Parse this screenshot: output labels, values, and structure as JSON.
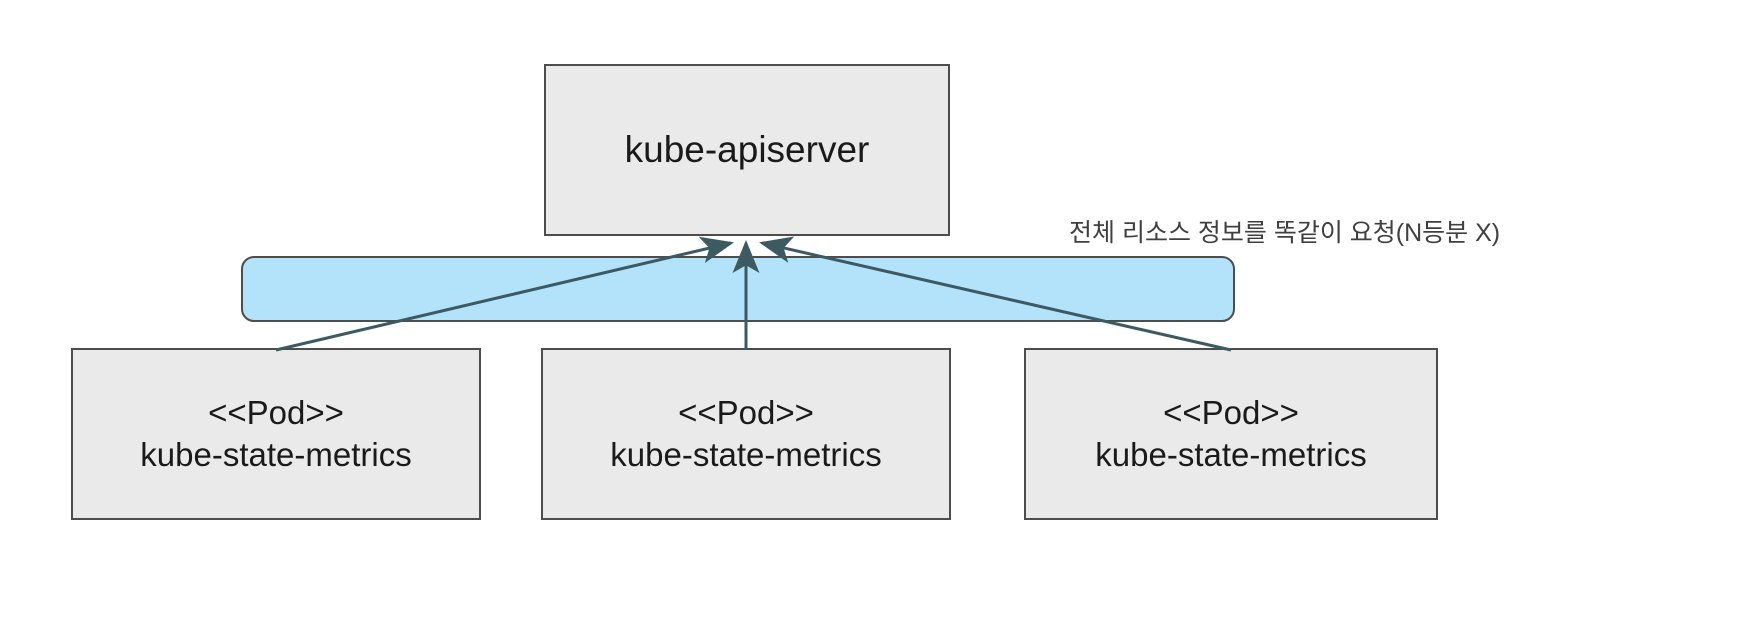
{
  "diagram": {
    "title": "kube-state-metrics sharding request pattern",
    "background_color": "#ffffff",
    "node_fill": "#eaeaea",
    "node_stroke": "#4d4d4d",
    "bar_fill": "#b3e3fa",
    "edge_color": "#3d5a63",
    "annotation_color": "#3f3f3f"
  },
  "apiserver": {
    "label": "kube-apiserver"
  },
  "blue_bar": {
    "label": ""
  },
  "pods": [
    {
      "stereotype": "<<Pod>>",
      "name": "kube-state-metrics"
    },
    {
      "stereotype": "<<Pod>>",
      "name": "kube-state-metrics"
    },
    {
      "stereotype": "<<Pod>>",
      "name": "kube-state-metrics"
    }
  ],
  "annotation": {
    "text": "전체 리소스 정보를 똑같이 요청(N등분 X)"
  },
  "edges": [
    {
      "from": "pod-1",
      "to": "apiserver",
      "arrow": "open-triangle"
    },
    {
      "from": "pod-2",
      "to": "apiserver",
      "arrow": "open-triangle"
    },
    {
      "from": "pod-3",
      "to": "apiserver",
      "arrow": "open-triangle"
    }
  ]
}
